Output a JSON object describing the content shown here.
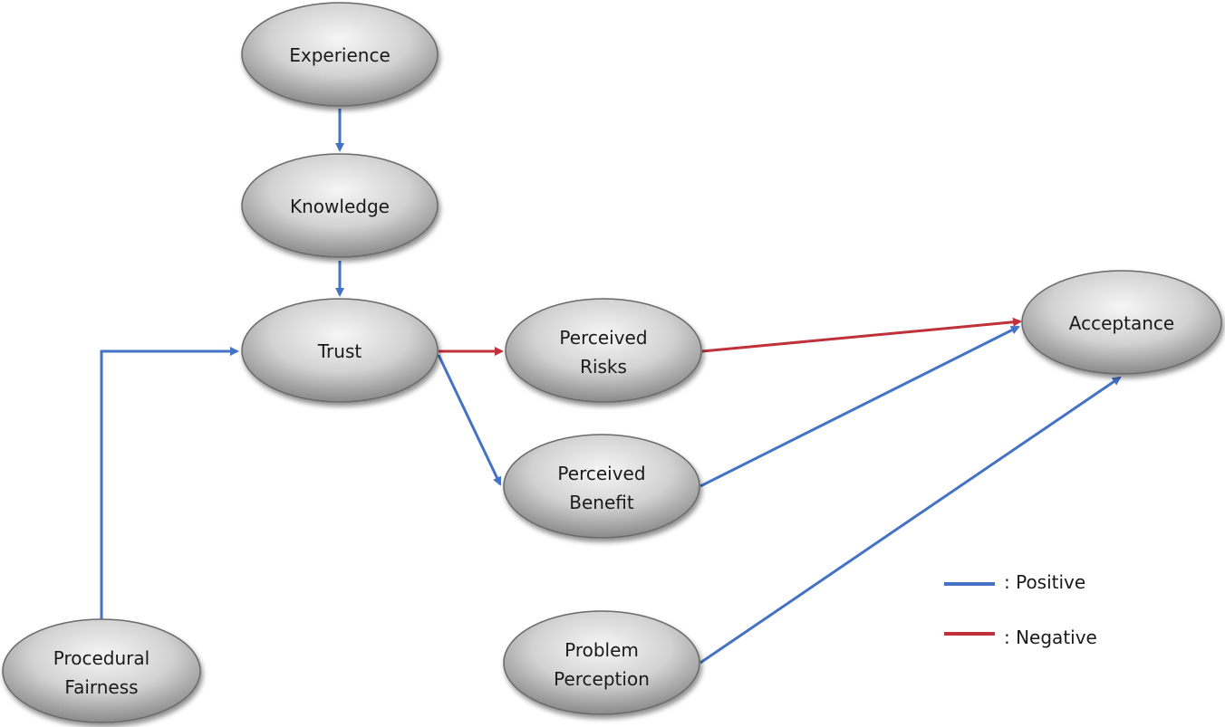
{
  "colors": {
    "positive": "#4472C4",
    "negative": "#C0313A",
    "node_fill_light": "#f4f4f4",
    "node_fill_dark": "#8a8a8a",
    "node_stroke": "#6b6b6b",
    "text": "#1a1a1a"
  },
  "nodes": {
    "experience": {
      "lines": [
        "Experience"
      ]
    },
    "knowledge": {
      "lines": [
        "Knowledge"
      ]
    },
    "trust": {
      "lines": [
        "Trust"
      ]
    },
    "perceived_risks": {
      "lines": [
        "Perceived",
        "Risks"
      ]
    },
    "perceived_benefit": {
      "lines": [
        "Perceived",
        "Benefit"
      ]
    },
    "acceptance": {
      "lines": [
        "Acceptance"
      ]
    },
    "procedural_fairness": {
      "lines": [
        "Procedural",
        "Fairness"
      ]
    },
    "problem_perception": {
      "lines": [
        "Problem",
        "Perception"
      ]
    }
  },
  "edges": [
    {
      "from": "experience",
      "to": "knowledge",
      "sign": "positive"
    },
    {
      "from": "knowledge",
      "to": "trust",
      "sign": "positive"
    },
    {
      "from": "procedural_fairness",
      "to": "trust",
      "sign": "positive"
    },
    {
      "from": "trust",
      "to": "perceived_risks",
      "sign": "negative"
    },
    {
      "from": "trust",
      "to": "perceived_benefit",
      "sign": "positive"
    },
    {
      "from": "perceived_risks",
      "to": "acceptance",
      "sign": "negative"
    },
    {
      "from": "perceived_benefit",
      "to": "acceptance",
      "sign": "positive"
    },
    {
      "from": "problem_perception",
      "to": "acceptance",
      "sign": "positive"
    }
  ],
  "legend": {
    "positive_label": ": Positive",
    "negative_label": ": Negative"
  }
}
